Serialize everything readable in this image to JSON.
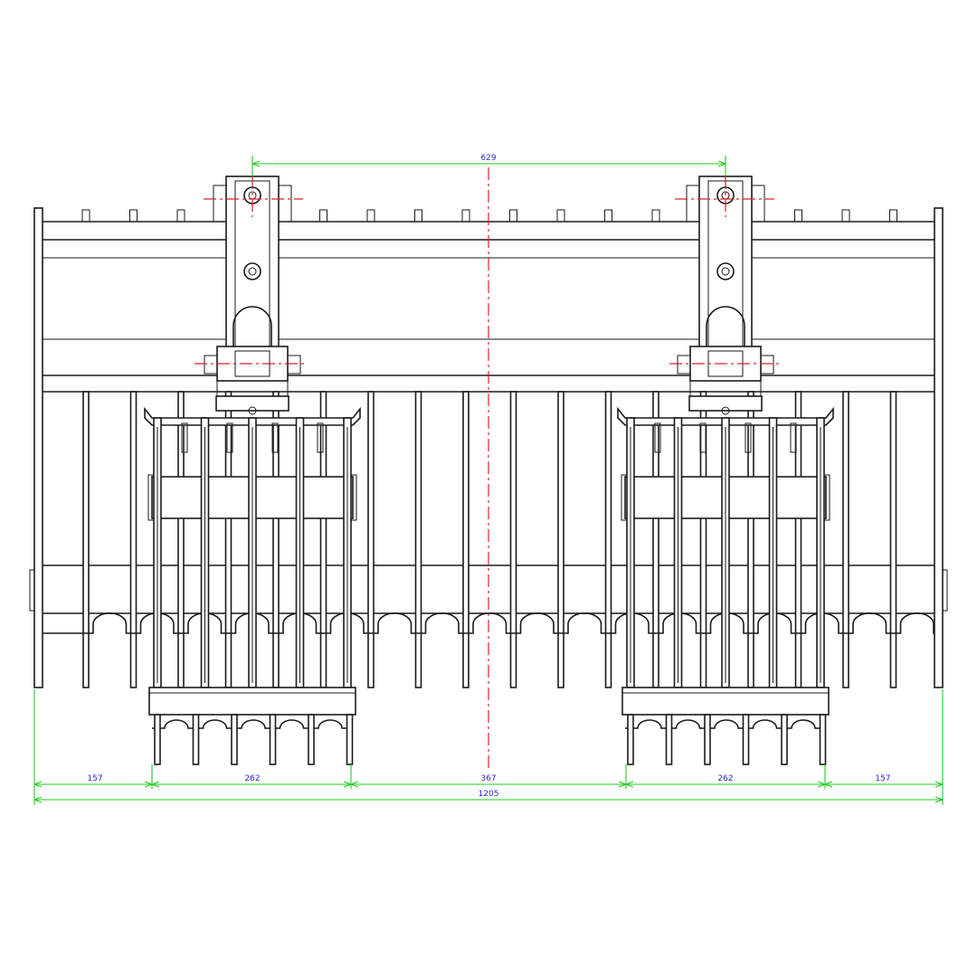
{
  "dimensions": {
    "hitch_spacing": "629",
    "left_margin": "157",
    "left_grapple_width": "262",
    "center_gap": "367",
    "right_grapple_width": "262",
    "right_margin": "157",
    "overall_width": "1205"
  },
  "colors": {
    "outline": "#1a1a1a",
    "dimension_line": "#22cc22",
    "dimension_text": "#2b2bd0",
    "center_line": "#e0202a"
  }
}
